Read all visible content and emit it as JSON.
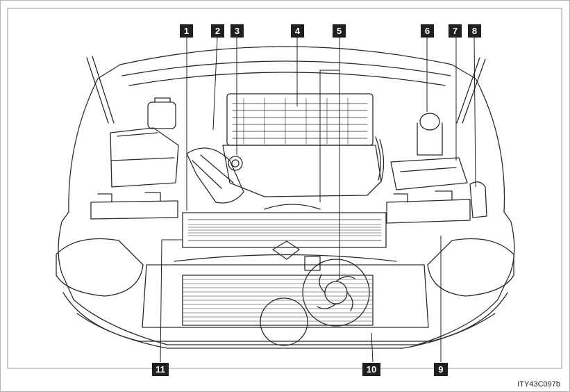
{
  "callouts": [
    {
      "id": "1"
    },
    {
      "id": "2"
    },
    {
      "id": "3"
    },
    {
      "id": "4"
    },
    {
      "id": "5"
    },
    {
      "id": "6"
    },
    {
      "id": "7"
    },
    {
      "id": "8"
    },
    {
      "id": "9"
    },
    {
      "id": "10"
    },
    {
      "id": "11"
    }
  ],
  "figure_code": "ITY43C097b",
  "colors": {
    "line": "#2a2a2a",
    "callout_bg": "#1f1f1f",
    "callout_text": "#ffffff",
    "frame": "#b5b5b5"
  }
}
